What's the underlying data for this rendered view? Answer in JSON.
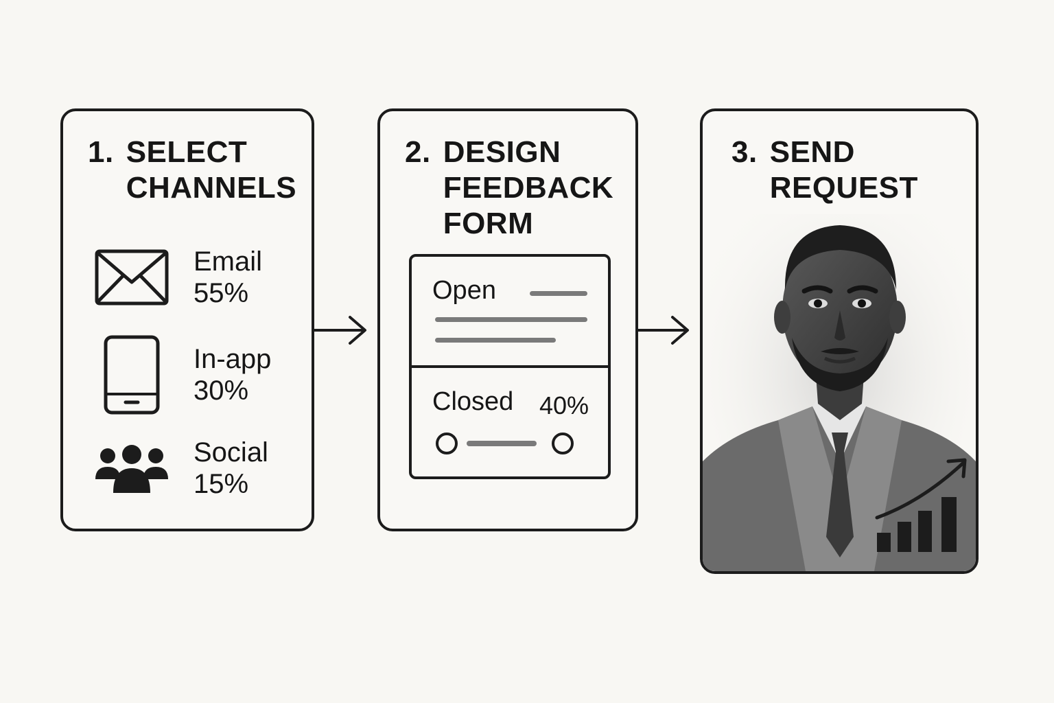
{
  "steps": [
    {
      "number": "1.",
      "title_lines": [
        "SELECT",
        "CHANNELS"
      ],
      "channels": [
        {
          "icon": "envelope-icon",
          "label": "Email",
          "percent": "55%"
        },
        {
          "icon": "tablet-icon",
          "label": "In-app",
          "percent": "30%"
        },
        {
          "icon": "people-icon",
          "label": "Social",
          "percent": "15%"
        }
      ]
    },
    {
      "number": "2.",
      "title_lines": [
        "DESIGN",
        "FEEDBACK",
        "FORM"
      ],
      "form": {
        "open_label": "Open",
        "closed_label": "Closed",
        "closed_percent": "40%"
      }
    },
    {
      "number": "3.",
      "title_lines": [
        "SEND",
        "REQUEST"
      ],
      "icons": [
        "portrait-illustration",
        "growth-chart-icon"
      ]
    }
  ],
  "colors": {
    "ink": "#1c1c1c",
    "placeholder_bar": "#7a7a7a",
    "background": "#f8f7f3"
  }
}
